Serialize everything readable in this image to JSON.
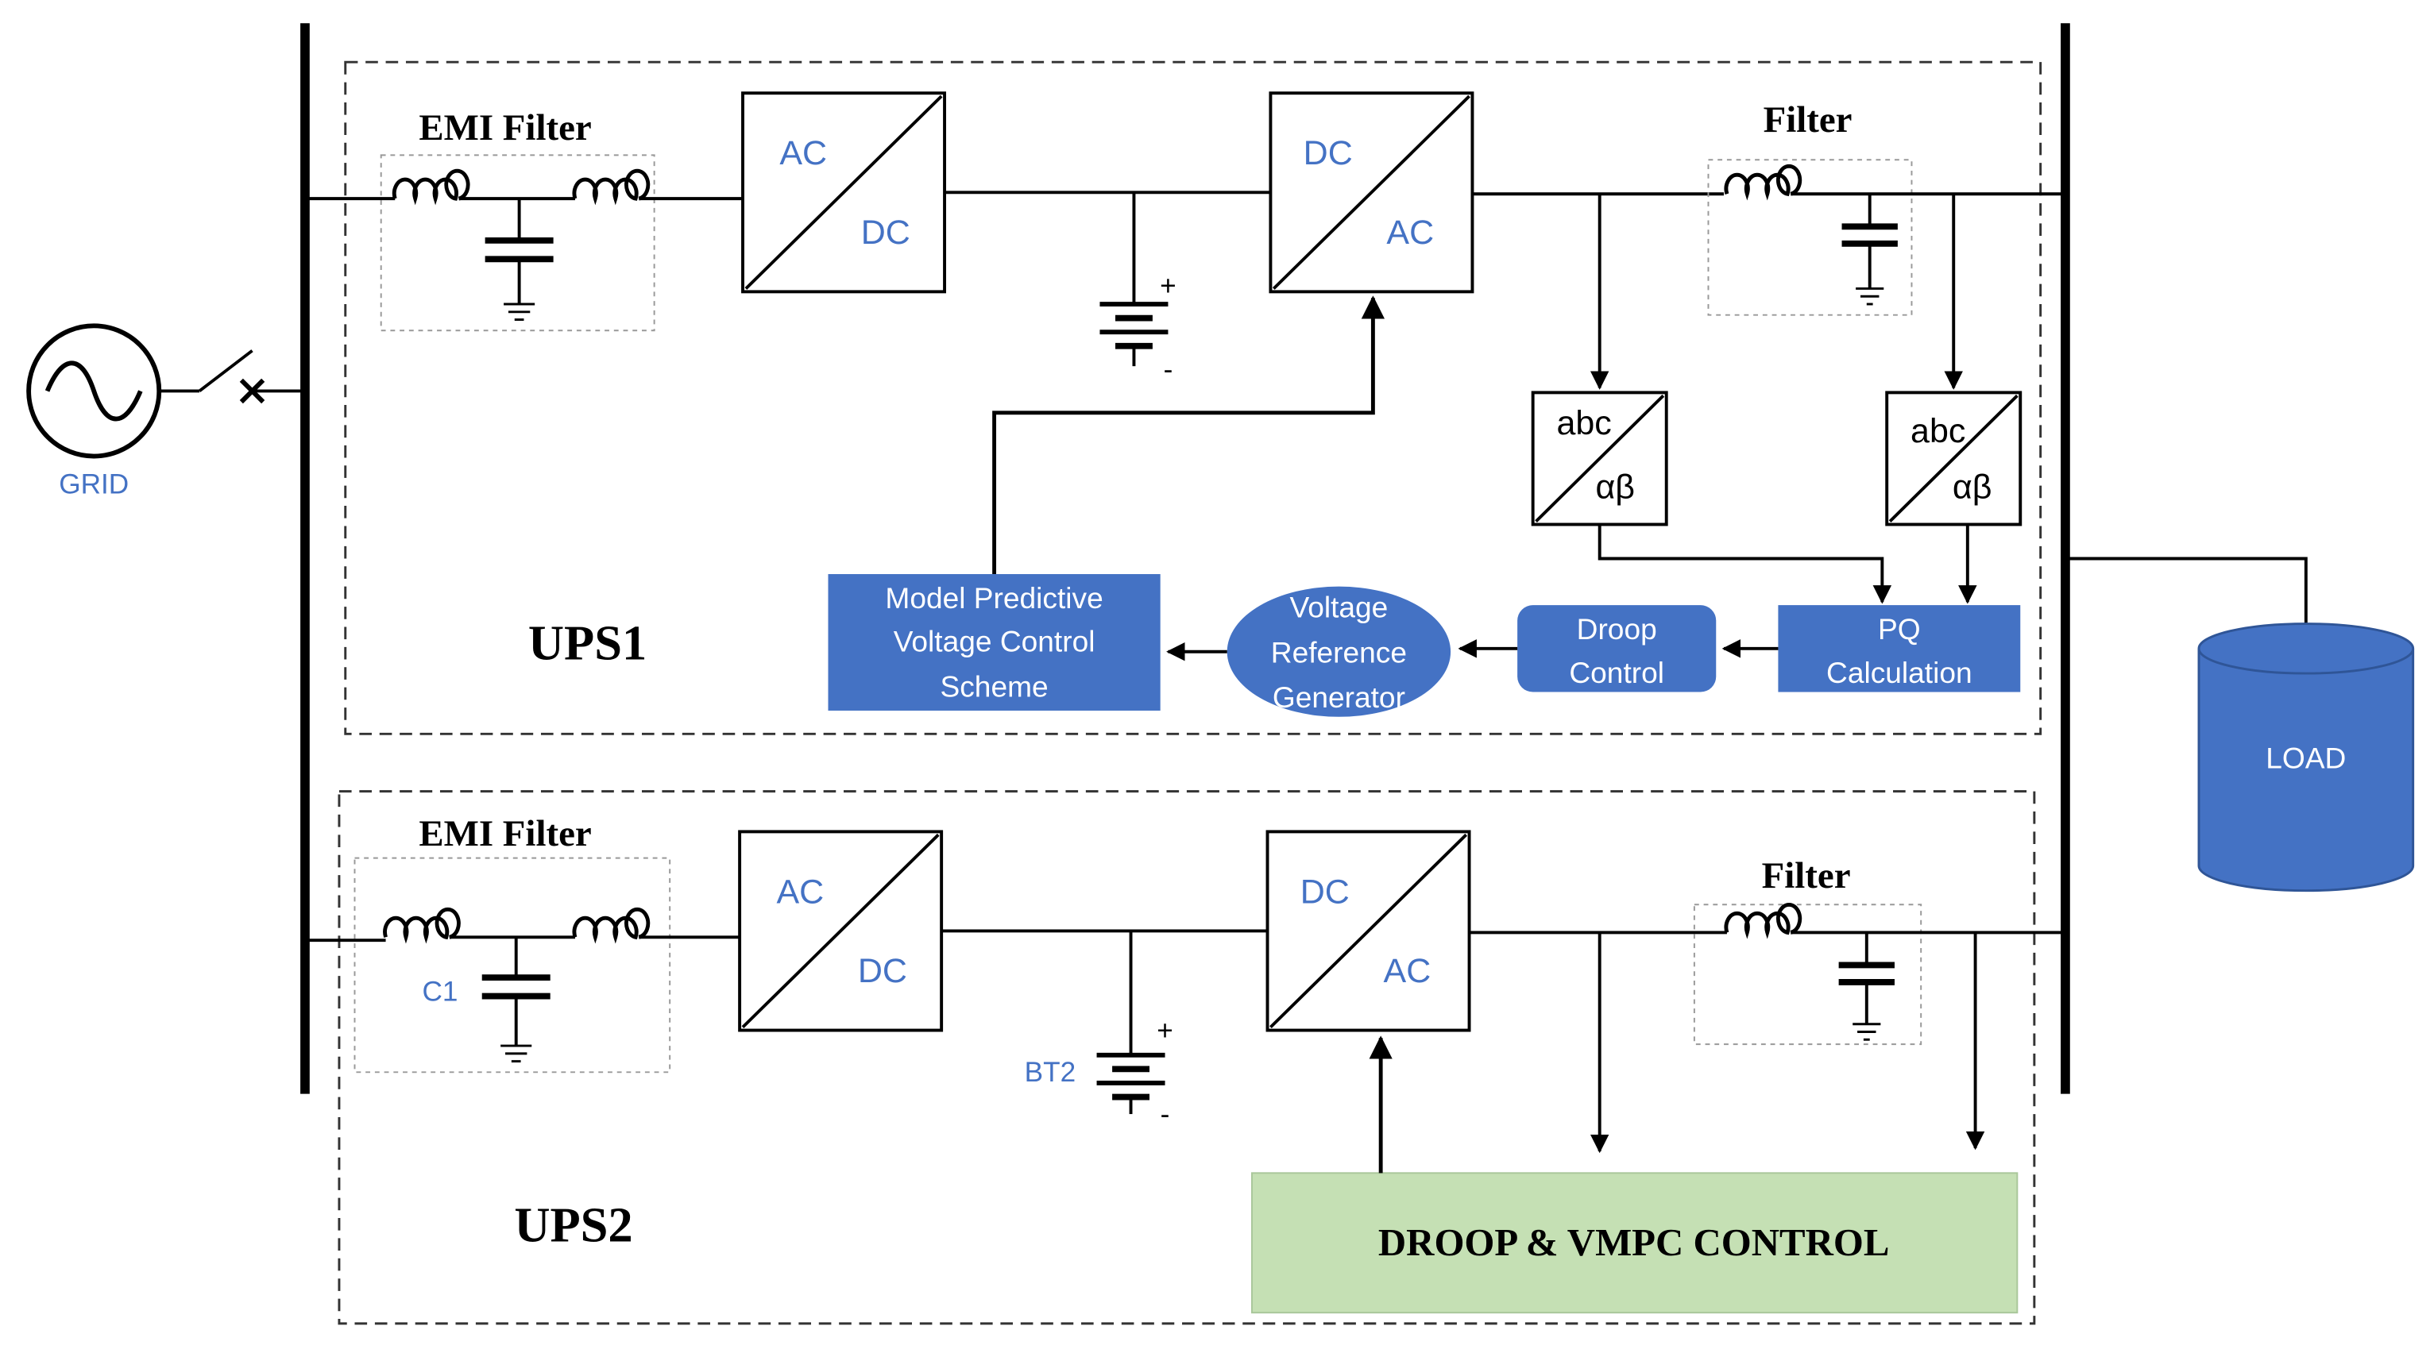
{
  "grid": {
    "label": "GRID"
  },
  "load": {
    "label": "LOAD"
  },
  "ups1": {
    "title": "UPS1",
    "emi_filter_title": "EMI Filter",
    "filter_title": "Filter",
    "rectifier": {
      "top": "AC",
      "bottom": "DC"
    },
    "inverter": {
      "top": "DC",
      "bottom": "AC"
    },
    "battery_plus": "+",
    "battery_minus": "-",
    "transform_left": {
      "top": "abc",
      "bottom": "αβ"
    },
    "transform_right": {
      "top": "abc",
      "bottom": "αβ"
    },
    "mpc_block": [
      "Model Predictive",
      "Voltage Control",
      "Scheme"
    ],
    "voltage_ref": [
      "Voltage",
      "Reference",
      "Generator"
    ],
    "droop_block": [
      "Droop",
      "Control"
    ],
    "pq_block": [
      "PQ",
      "Calculation"
    ]
  },
  "ups2": {
    "title": "UPS2",
    "emi_filter_title": "EMI Filter",
    "filter_title": "Filter",
    "capacitor_label": "C1",
    "battery_label": "BT2",
    "battery_plus": "+",
    "battery_minus": "-",
    "rectifier": {
      "top": "AC",
      "bottom": "DC"
    },
    "inverter": {
      "top": "DC",
      "bottom": "AC"
    },
    "control_block": "DROOP & VMPC CONTROL"
  },
  "colors": {
    "blue_block": "#4472C4",
    "green_block": "#C5E0B4",
    "label_blue": "#4472C4"
  }
}
